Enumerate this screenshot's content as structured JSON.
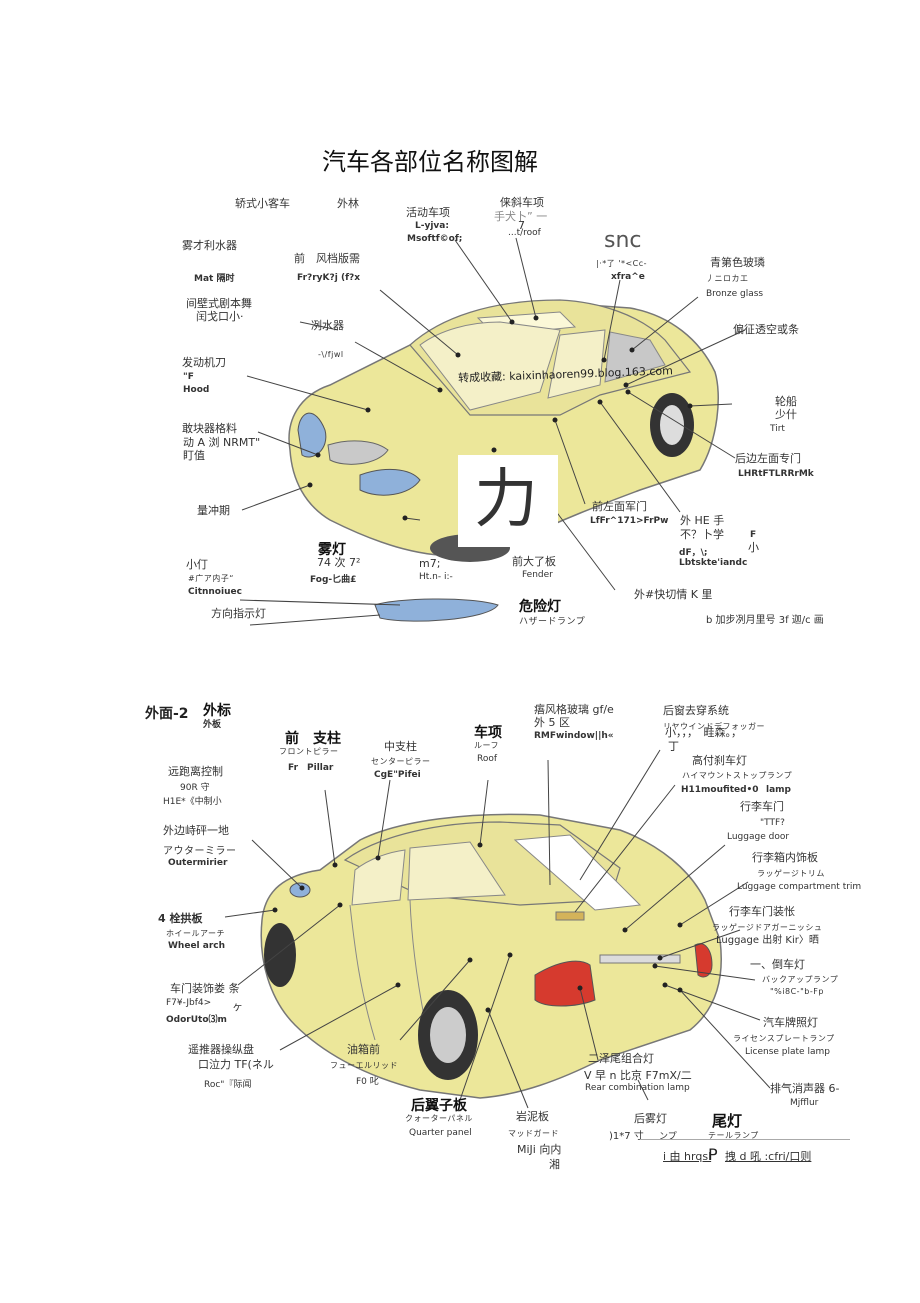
{
  "title": "汽车各部位名称图解",
  "section1": {
    "labels": [
      "轿式小客车",
      "外林",
      "活动车项",
      "L-yjva:",
      "Msoftf©of;",
      "俫斜车项",
      "手犬卜” 一",
      "7",
      "...t/roof",
      "snc",
      "|·*了 '*<Cc-",
      "xfra^e",
      "青第色玻璘",
      "丿ニロカエ",
      "Bronze glass",
      "雾才利水器",
      "Mat 隔时",
      "前　风档版需",
      "Fr?ryK?j (f?x",
      "间壁式剧本舞",
      "闰戈口小·",
      "冽水器",
      "-\\/fjwl",
      "偏征透空或条",
      "发动机刀",
      "\"F",
      "Hood",
      "轮船",
      "少什",
      "Tirt",
      "敢块器格料",
      "动 A 浏 NRMT\"",
      "盯值",
      "后边左面专门",
      "LHRtFTLRRrMk",
      "量冲期",
      "力",
      "前左面军门",
      "LfFr^171>FrPw",
      "外 HE 手",
      "不？卜学",
      "dF，\\;",
      "Lbtskte'iandc",
      "F",
      "小",
      "小仃",
      "雾灯",
      "74 次 7²",
      "Fog-匕曲£",
      "m7;",
      "Ht.n- i:-",
      "前大了板",
      "Fender",
      "#广ア内子“",
      "Citnnoiuec",
      "危险灯",
      "ハザードランプ",
      "外#快切情 K 里",
      "方向指示灯",
      "b 加步冽月里号 3f 迦/c 画"
    ],
    "watermark": "转成收藏: kaixinhaoren99.blog.163.com"
  },
  "section2": {
    "labels": [
      "外面-2",
      "外标",
      "外板",
      "前　支柱",
      "フロントピラー",
      "Fr　Pillar",
      "中支柱",
      "センターピラー",
      "CgE\"Pifei",
      "车项",
      "ルーフ",
      "Roof",
      "痦风格玻璃 gf/e",
      "外 5 区",
      "RMFwindow||h«",
      "后窗去穿系统",
      "リヤウインドデフォッガー",
      "小，，，　畦森。，",
      "丁",
      "远跑离控制",
      "90R 守",
      "H1E*《中制小",
      "外边峙砰一地",
      "アウターミラー",
      "Outermirier",
      "高付刹车灯",
      "ハイマウントストップランプ",
      "H11moufited•0",
      "lamp",
      "行李车门",
      "\"TTF?",
      "Luggage door",
      "行李箱内饰板",
      "ラッゲージトリム",
      "Luggage compartment trim",
      "4 栓拱板",
      "ホイールアーチ",
      "Wheel arch",
      "行李车门装怅",
      "ラッゲージドアガーニッシュ",
      "Luggage 出射 Kir〉晒",
      "一、倒车灯",
      "バックアップランプ",
      "\"%i8C-\"b-Fp",
      "车门装饰娄 条",
      "F7¥-Jbf4>",
      "ヶ",
      "OdorUto⑶m",
      "汽车牌照灯",
      "ライセンスプレートランプ",
      "License plate lamp",
      "遥推器操纵盘",
      "口泣力 TF(ネル",
      "Roc\"『际闻",
      "油箱前",
      "フューエルリッド",
      "F0 叱",
      "后翼子板",
      "クォーターパネル",
      "Quarter panel",
      "岩泥板",
      "マッドガード",
      "MiJi 向内",
      "湘",
      "二泽尾组合灯",
      "V 早 n 比京 F7mX/二",
      "Rear combination lamp",
      "后雾灯",
      ")1*7 寸",
      "ンプ",
      "尾灯",
      "テールランプ",
      "排气消声器 6-",
      "Mjfflur",
      "i 由 hrqsl",
      "P",
      "拽 d 吼 :cfri/口则"
    ]
  },
  "colors": {
    "car_body": "#ece79a",
    "car_outline": "#777777",
    "glass": "#bdbdbd",
    "headlight": "#8fb1da",
    "taillight": "#d63a2e"
  }
}
